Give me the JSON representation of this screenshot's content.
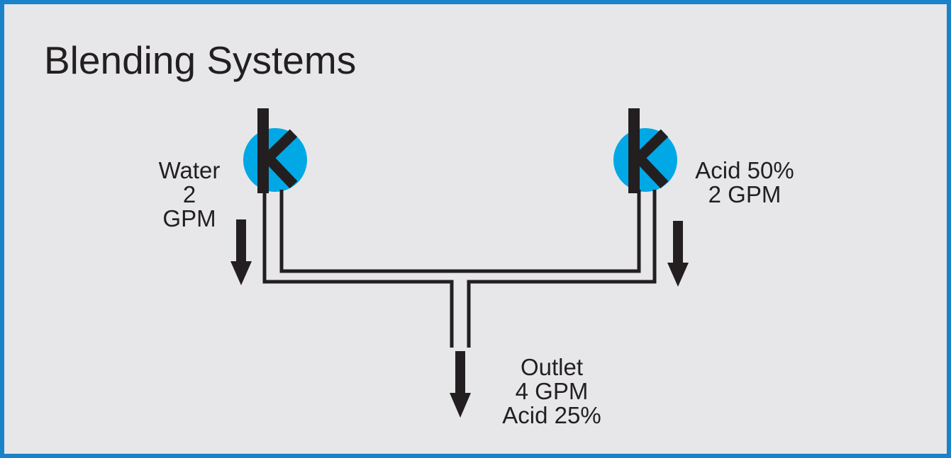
{
  "title": "Blending Systems",
  "colors": {
    "frame_border": "#1a82c8",
    "background": "#e7e7e9",
    "valve_fill": "#00a8e6",
    "ink": "#231f20"
  },
  "inlets": {
    "water": {
      "lines": [
        "Water",
        "2",
        "GPM"
      ],
      "icon": "k-valve-icon"
    },
    "acid": {
      "lines": [
        "Acid 50%",
        "2 GPM"
      ],
      "icon": "k-valve-icon"
    }
  },
  "outlet": {
    "lines": [
      "Outlet",
      "4 GPM",
      "Acid 25%"
    ]
  }
}
